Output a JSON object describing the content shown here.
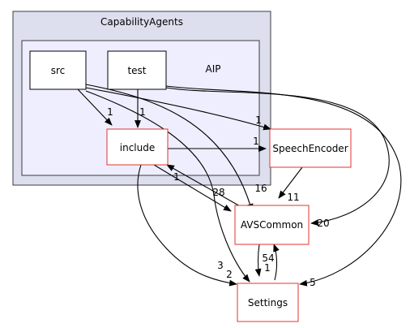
{
  "clusters": {
    "outer_title": "CapabilityAgents",
    "inner_title": "AIP"
  },
  "nodes": {
    "src": "src",
    "test": "test",
    "include": "include",
    "speech_encoder": "SpeechEncoder",
    "avs_common": "AVSCommon",
    "settings": "Settings"
  },
  "edges": {
    "src_include": "1",
    "src_speech_encoder": "1",
    "src_avs_common": "16",
    "src_settings": "3",
    "test_include": "1",
    "test_avs_common": "20",
    "test_settings": "5",
    "include_speech_encoder": "1",
    "include_avs_common": "28",
    "include_settings": "2",
    "avs_common_include": "1",
    "speech_encoder_avs_common": "11",
    "avs_common_settings": "54",
    "settings_avs_common": "1"
  },
  "colors": {
    "outer_cluster_fill": "#dddeee",
    "inner_cluster_fill": "#eeeeff",
    "cluster_stroke": "#3d3d3d",
    "external_node_stroke": "#e3332e",
    "internal_node_stroke": "#000000",
    "edge": "#000000"
  }
}
